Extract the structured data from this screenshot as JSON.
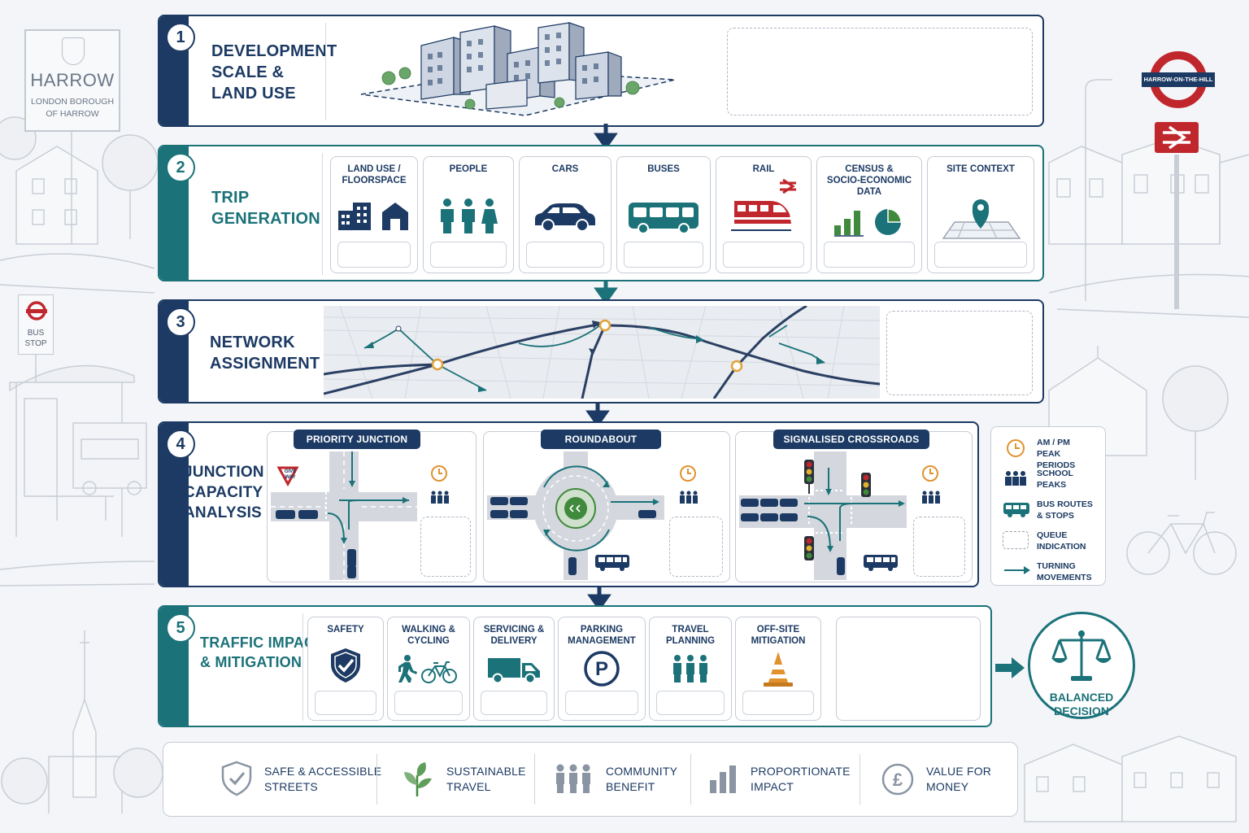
{
  "colors": {
    "navy": "#1c3a63",
    "teal": "#1b7279",
    "rail_red": "#c0272d",
    "orange": "#e0922f",
    "green": "#3f8a3c",
    "background": "#f3f5f8"
  },
  "background_signs": {
    "borough_name": "HARROW",
    "borough_sub": "LONDON BOROUGH\nOF HARROW",
    "bus_stop": "BUS\nSTOP",
    "station_name": "HARROW-ON-THE-HILL"
  },
  "stages": [
    {
      "number": "1",
      "title": "DEVELOPMENT\nSCALE &\nLAND USE"
    },
    {
      "number": "2",
      "title": "TRIP\nGENERATION"
    },
    {
      "number": "3",
      "title": "NETWORK\nASSIGNMENT"
    },
    {
      "number": "4",
      "title": "JUNCTION\nCAPACITY\nANALYSIS"
    },
    {
      "number": "5",
      "title": "TRAFFIC IMPACT\n& MITIGATION"
    }
  ],
  "trip_generation_cards": [
    {
      "label": "LAND USE /\nFLOORSPACE",
      "icon": "buildings-icon"
    },
    {
      "label": "PEOPLE",
      "icon": "people-icon"
    },
    {
      "label": "CARS",
      "icon": "car-icon"
    },
    {
      "label": "BUSES",
      "icon": "bus-icon"
    },
    {
      "label": "RAIL",
      "icon": "train-icon"
    },
    {
      "label": "CENSUS &\nSOCIO-ECONOMIC\nDATA",
      "icon": "chart-icon"
    },
    {
      "label": "SITE CONTEXT",
      "icon": "map-pin-icon"
    }
  ],
  "junctions": [
    {
      "label": "PRIORITY JUNCTION",
      "sign": "GIVE\nWAY"
    },
    {
      "label": "ROUNDABOUT"
    },
    {
      "label": "SIGNALISED CROSSROADS"
    }
  ],
  "legend": [
    {
      "label": "AM / PM\nPEAK PERIODS",
      "icon": "clock-icon"
    },
    {
      "label": "SCHOOL\nPEAKS",
      "icon": "people-icon"
    },
    {
      "label": "BUS ROUTES\n& STOPS",
      "icon": "bus-icon"
    },
    {
      "label": "QUEUE\nINDICATION",
      "icon": "dashed-box-icon"
    },
    {
      "label": "TURNING\nMOVEMENTS",
      "icon": "arrow-icon"
    }
  ],
  "mitigation_cards": [
    {
      "label": "SAFETY",
      "icon": "shield-check-icon"
    },
    {
      "label": "WALKING &\nCYCLING",
      "icon": "walk-cycle-icon"
    },
    {
      "label": "SERVICING &\nDELIVERY",
      "icon": "van-icon"
    },
    {
      "label": "PARKING\nMANAGEMENT",
      "icon": "parking-icon"
    },
    {
      "label": "TRAVEL\nPLANNING",
      "icon": "people-icon"
    },
    {
      "label": "OFF-SITE\nMITIGATION",
      "icon": "traffic-cone-icon"
    }
  ],
  "decision": {
    "label": "BALANCED\nDECISION",
    "icon": "scales-icon"
  },
  "principles": [
    {
      "label": "SAFE & ACCESSIBLE\nSTREETS",
      "icon": "shield-check-icon"
    },
    {
      "label": "SUSTAINABLE\nTRAVEL",
      "icon": "leaf-icon"
    },
    {
      "label": "COMMUNITY\nBENEFIT",
      "icon": "people-icon"
    },
    {
      "label": "PROPORTIONATE\nIMPACT",
      "icon": "bar-chart-icon"
    },
    {
      "label": "VALUE FOR\nMONEY",
      "icon": "pound-icon"
    }
  ]
}
